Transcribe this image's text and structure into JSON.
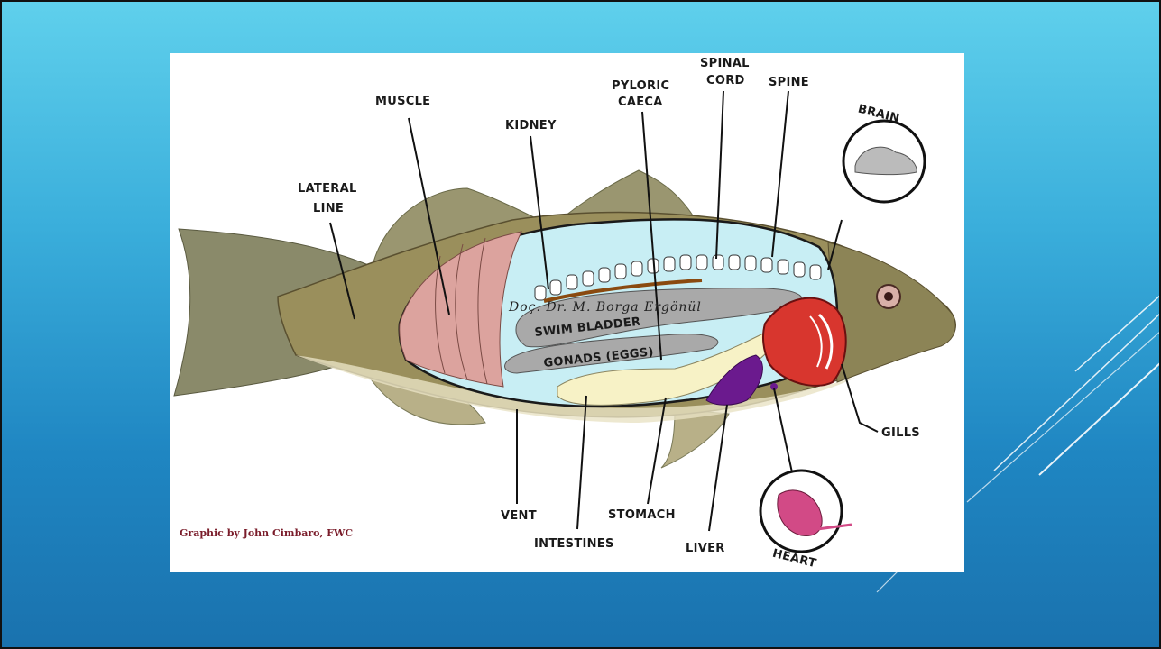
{
  "slide": {
    "background_top": "#5fd0ec",
    "background_bottom": "#1a72ae"
  },
  "figure": {
    "credit": "Graphic by John Cimbaro, FWC",
    "watermark": "Doç. Dr. M. Borga Ergönül",
    "labels": {
      "muscle": "MUSCLE",
      "lateral_line_1": "LATERAL",
      "lateral_line_2": "LINE",
      "kidney": "KIDNEY",
      "pyloric_1": "PYLORIC",
      "pyloric_2": "CAECA",
      "spinal_1": "SPINAL",
      "spinal_2": "CORD",
      "spine": "SPINE",
      "brain": "BRAIN",
      "swim_bladder": "SWIM BLADDER",
      "gonads": "GONADS (EGGS)",
      "gills": "GILLS",
      "vent": "VENT",
      "intestines": "INTESTINES",
      "stomach": "STOMACH",
      "liver": "LIVER",
      "heart": "HEART"
    },
    "colors": {
      "body_cavity": "#c8eef4",
      "muscle": "#dca39e",
      "gills": "#d8362e",
      "liver": "#6b1a8e",
      "swim_bladder": "#a9a9a9",
      "intestines": "#f7f2c6",
      "heart": "#d24a86"
    }
  }
}
